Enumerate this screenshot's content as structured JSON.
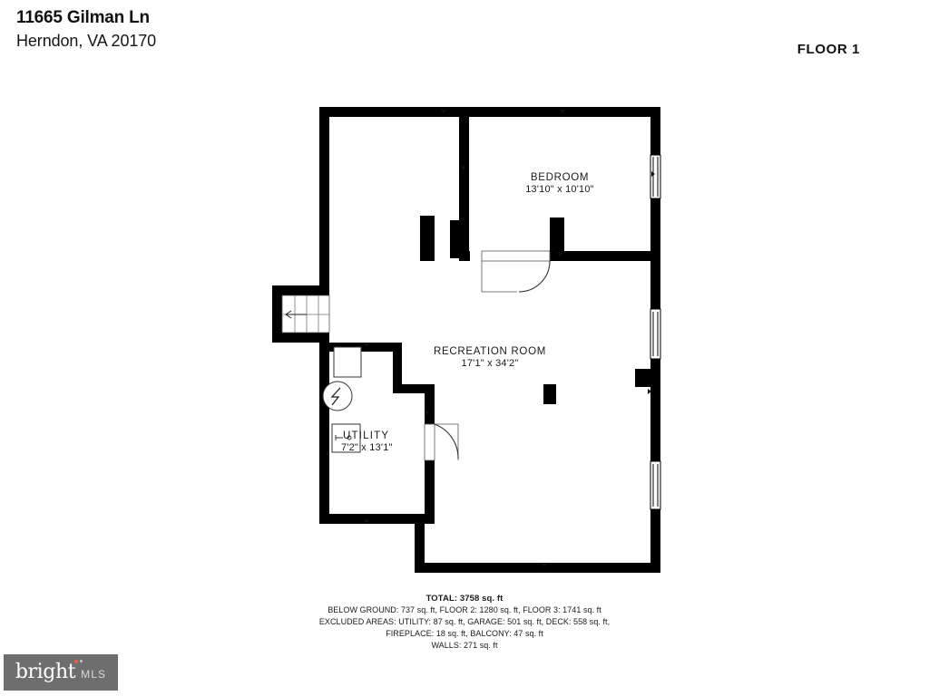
{
  "header": {
    "address_line1": "11665 Gilman Ln",
    "address_line2": "Herndon, VA 20170",
    "floor_label": "FLOOR 1"
  },
  "rooms": [
    {
      "key": "bedroom",
      "name": "BEDROOM",
      "dimensions": "13'10\" x 10'10\""
    },
    {
      "key": "recreation_room",
      "name": "RECREATION ROOM",
      "dimensions": "17'1\" x 34'2\""
    },
    {
      "key": "utility",
      "name": "UTILITY",
      "dimensions": "7'2\" x 13'1\""
    }
  ],
  "summary": {
    "total": "TOTAL: 3758 sq. ft",
    "line1": "BELOW GROUND: 737 sq. ft, FLOOR 2: 1280 sq. ft, FLOOR 3: 1741 sq. ft",
    "line2": "EXCLUDED AREAS: UTILITY: 87 sq. ft, GARAGE: 501 sq. ft, DECK: 558 sq. ft,",
    "line3": "FIREPLACE: 18 sq. ft, BALCONY: 47 sq. ft",
    "line4": "WALLS: 271 sq. ft"
  },
  "watermark": {
    "brand": "bright",
    "suffix": "MLS",
    "background_color": "#6e6e6e",
    "accent_color": "#e8613c"
  },
  "plan": {
    "wall_color": "#000000",
    "fill_color": "#ffffff",
    "fixtures": [
      "water-heater",
      "electrical-panel",
      "furnace"
    ],
    "features": [
      "stairs-up-arrow",
      "bedroom-door",
      "utility-door",
      "support-column",
      "window-upper-right",
      "window-middle-right",
      "window-lower-right"
    ]
  }
}
